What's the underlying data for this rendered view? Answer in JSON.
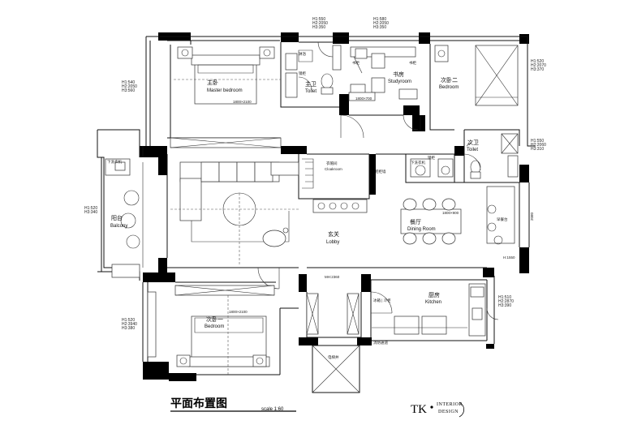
{
  "rooms": {
    "master": {
      "zh": "主卧",
      "en": "Master bedroom",
      "bed": "1800×2100"
    },
    "toilet1": {
      "zh": "主卫",
      "en": "Toilet"
    },
    "study": {
      "zh": "书房",
      "en": "Studyroom",
      "desk": "1800×700"
    },
    "bedroom2": {
      "zh": "次卧二",
      "en": "Bedroom"
    },
    "toilet2": {
      "zh": "次卫",
      "en": "Toilet"
    },
    "cloak": {
      "zh": "衣帽间",
      "en": "Cloakroom"
    },
    "balcony": {
      "zh": "阳台",
      "en": "Balcony"
    },
    "lobby": {
      "zh": "玄关",
      "en": "Lobby"
    },
    "dining": {
      "zh": "餐厅",
      "en": "Dining Room",
      "table": "1800×900"
    },
    "kitchen": {
      "zh": "厨房",
      "en": "Kitchen"
    },
    "bedroom1": {
      "zh": "次卧一",
      "en": "Bedroom",
      "bed": "1800×2100"
    },
    "breakfast": "早餐台",
    "elevator": "电梯井"
  },
  "notes": {
    "shower": "淋浴",
    "mirror": "镜柜",
    "cabinet1": "书柜",
    "cabinet2": "书柜",
    "washer": "下洗衣机",
    "washer2": "下洗衣机",
    "mirror2": "镜柜",
    "shoe": "鞋柜墙",
    "mh": "MH:2360",
    "fire": "消防通道",
    "h150": "H:1550",
    "w2080": "2080",
    "oven": "冰箱 | 冷柜"
  },
  "heights": {
    "top_left": [
      "H1:550",
      "H2:2050",
      "H3:350"
    ],
    "top_right": [
      "H1:580",
      "H2:2050",
      "H3:350"
    ],
    "right_top": [
      "H1:520",
      "H2:2070",
      "H3:370"
    ],
    "left_master": [
      "H1:540",
      "H2:2050",
      "H3:560"
    ],
    "right_toilet": [
      "H1:550",
      "H2:2060",
      "H3:310"
    ],
    "left_balcony": [
      "H1:520",
      "H3:340"
    ],
    "left_bedroom": [
      "H1:520",
      "H2:3940",
      "H3:380"
    ],
    "right_kitchen": [
      "H1:510",
      "H2:2870",
      "H3:390"
    ]
  },
  "footer": {
    "title": "平面布置图",
    "scale": "scale 1:60",
    "brand_letters": "TK",
    "brand_top": "INTERIOR",
    "brand_bottom": "DESIGN"
  }
}
